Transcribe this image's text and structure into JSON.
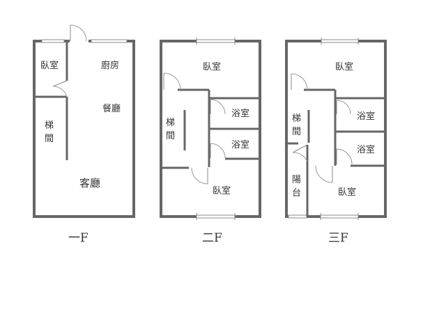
{
  "floors": [
    {
      "label": "一F",
      "rooms": {
        "bedroom": "臥室",
        "kitchen": "廚房",
        "dining": "餐廳",
        "stairs": [
          "梯",
          "間"
        ],
        "living": "客廳"
      }
    },
    {
      "label": "二F",
      "rooms": {
        "bedroom_top": "臥室",
        "stairs": [
          "梯",
          "間"
        ],
        "bath_1": "浴室",
        "bath_2": "浴室",
        "bedroom_bottom": "臥室"
      }
    },
    {
      "label": "三F",
      "rooms": {
        "bedroom_top": "臥室",
        "stairs": [
          "梯",
          "間"
        ],
        "bath_1": "浴室",
        "bath_2": "浴室",
        "balcony": [
          "陽",
          "台"
        ],
        "bedroom_bottom": "臥室"
      }
    }
  ]
}
